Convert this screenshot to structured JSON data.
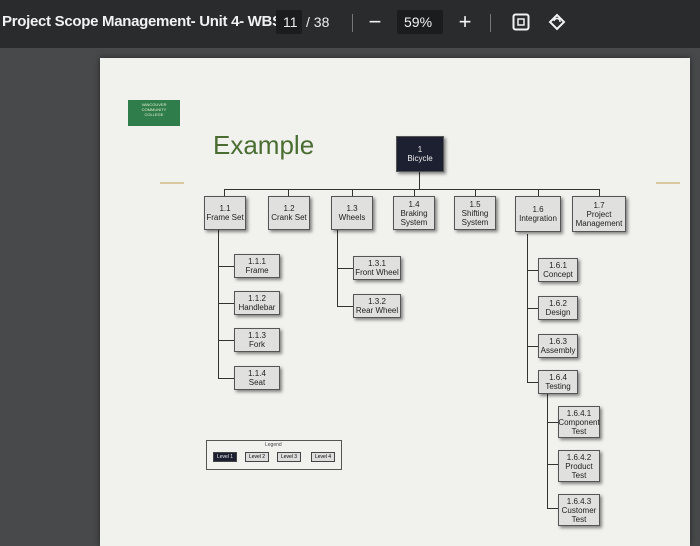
{
  "toolbar": {
    "title": "Project Scope Management- Unit 4- WBS",
    "page_current": "11",
    "page_sep": "/ 38",
    "zoom_out": "−",
    "zoom": "59%",
    "zoom_in": "+"
  },
  "slide": {
    "logo_lines": [
      "VANCOUVER",
      "COMMUNITY",
      "COLLEGE"
    ],
    "title": "Example",
    "root": {
      "num": "1",
      "label": "Bicycle"
    },
    "level2": [
      {
        "num": "1.1",
        "label": "Frame Set"
      },
      {
        "num": "1.2",
        "label": "Crank Set"
      },
      {
        "num": "1.3",
        "label": "Wheels"
      },
      {
        "num": "1.4",
        "label": "Braking System"
      },
      {
        "num": "1.5",
        "label": "Shifting System"
      },
      {
        "num": "1.6",
        "label": "Integration"
      },
      {
        "num": "1.7",
        "label": "Project Management"
      }
    ],
    "frame_children": [
      {
        "num": "1.1.1",
        "label": "Frame"
      },
      {
        "num": "1.1.2",
        "label": "Handlebar"
      },
      {
        "num": "1.1.3",
        "label": "Fork"
      },
      {
        "num": "1.1.4",
        "label": "Seat"
      }
    ],
    "wheel_children": [
      {
        "num": "1.3.1",
        "label": "Front Wheel"
      },
      {
        "num": "1.3.2",
        "label": "Rear Wheel"
      }
    ],
    "integration_children": [
      {
        "num": "1.6.1",
        "label": "Concept"
      },
      {
        "num": "1.6.2",
        "label": "Design"
      },
      {
        "num": "1.6.3",
        "label": "Assembly"
      },
      {
        "num": "1.6.4",
        "label": "Testing"
      }
    ],
    "testing_children": [
      {
        "num": "1.6.4.1",
        "label": "Component Test"
      },
      {
        "num": "1.6.4.2",
        "label": "Product Test"
      },
      {
        "num": "1.6.4.3",
        "label": "Customer Test"
      }
    ],
    "legend": {
      "title": "Legend",
      "items": [
        "Level 1",
        "Level 2",
        "Level 3",
        "Level 4"
      ]
    }
  }
}
